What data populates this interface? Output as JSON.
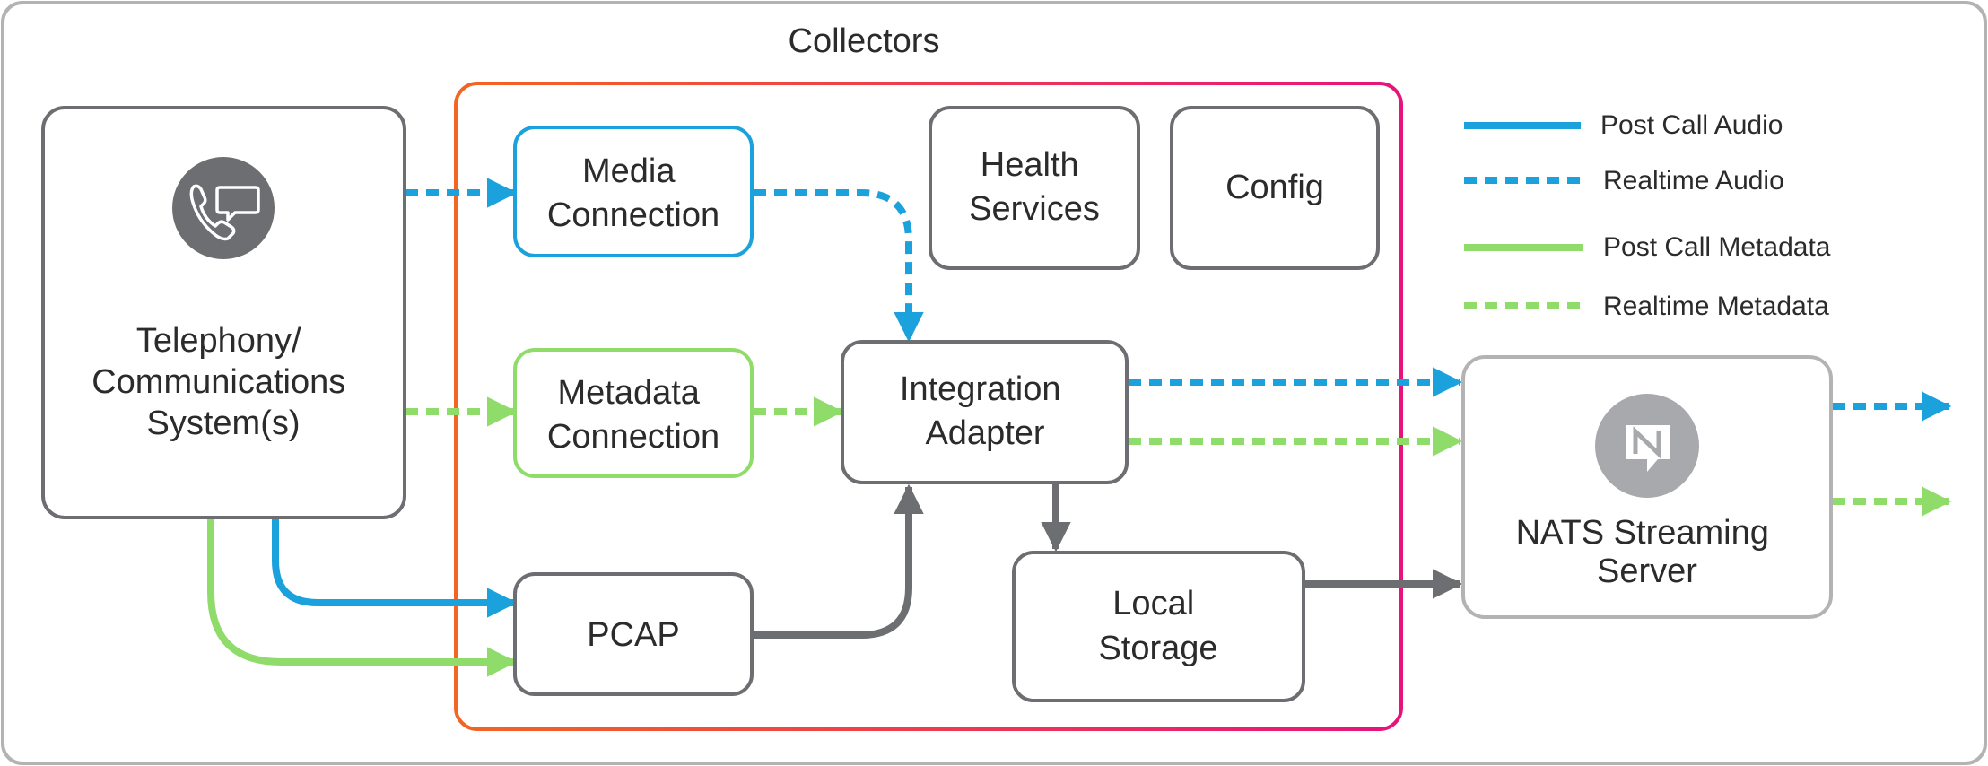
{
  "title": "Collectors",
  "source": {
    "lines": [
      "Telephony/",
      "Communications",
      "System(s)"
    ],
    "icon": "phone-chat-icon"
  },
  "boxes": {
    "media": {
      "lines": [
        "Media",
        "Connection"
      ],
      "color": "#1ba1dc"
    },
    "metadata": {
      "lines": [
        "Metadata",
        "Connection"
      ],
      "color": "#8fdc6a"
    },
    "pcap": {
      "lines": [
        "PCAP"
      ]
    },
    "health": {
      "lines": [
        "Health",
        "Services"
      ]
    },
    "config": {
      "lines": [
        "Config"
      ]
    },
    "integration": {
      "lines": [
        "Integration",
        "Adapter"
      ]
    },
    "storage": {
      "lines": [
        "Local",
        "Storage"
      ]
    },
    "nats": {
      "lines": [
        "NATS Streaming",
        "Server"
      ],
      "icon": "nats-logo-icon"
    }
  },
  "legend": [
    {
      "label": "Post Call Audio",
      "color": "#1ba1dc",
      "style": "solid"
    },
    {
      "label": "Realtime Audio",
      "color": "#1ba1dc",
      "style": "dashed"
    },
    {
      "label": "Post Call Metadata",
      "color": "#8fdc6a",
      "style": "solid"
    },
    {
      "label": "Realtime Metadata",
      "color": "#8fdc6a",
      "style": "dashed"
    }
  ],
  "colors": {
    "audio": "#1ba1dc",
    "metadata": "#8fdc6a",
    "internal": "#6d6e71",
    "frame_start": "#f26522",
    "frame_end": "#e8127c",
    "box_border": "#6d6e71",
    "outer_border": "#b3b3b3"
  }
}
